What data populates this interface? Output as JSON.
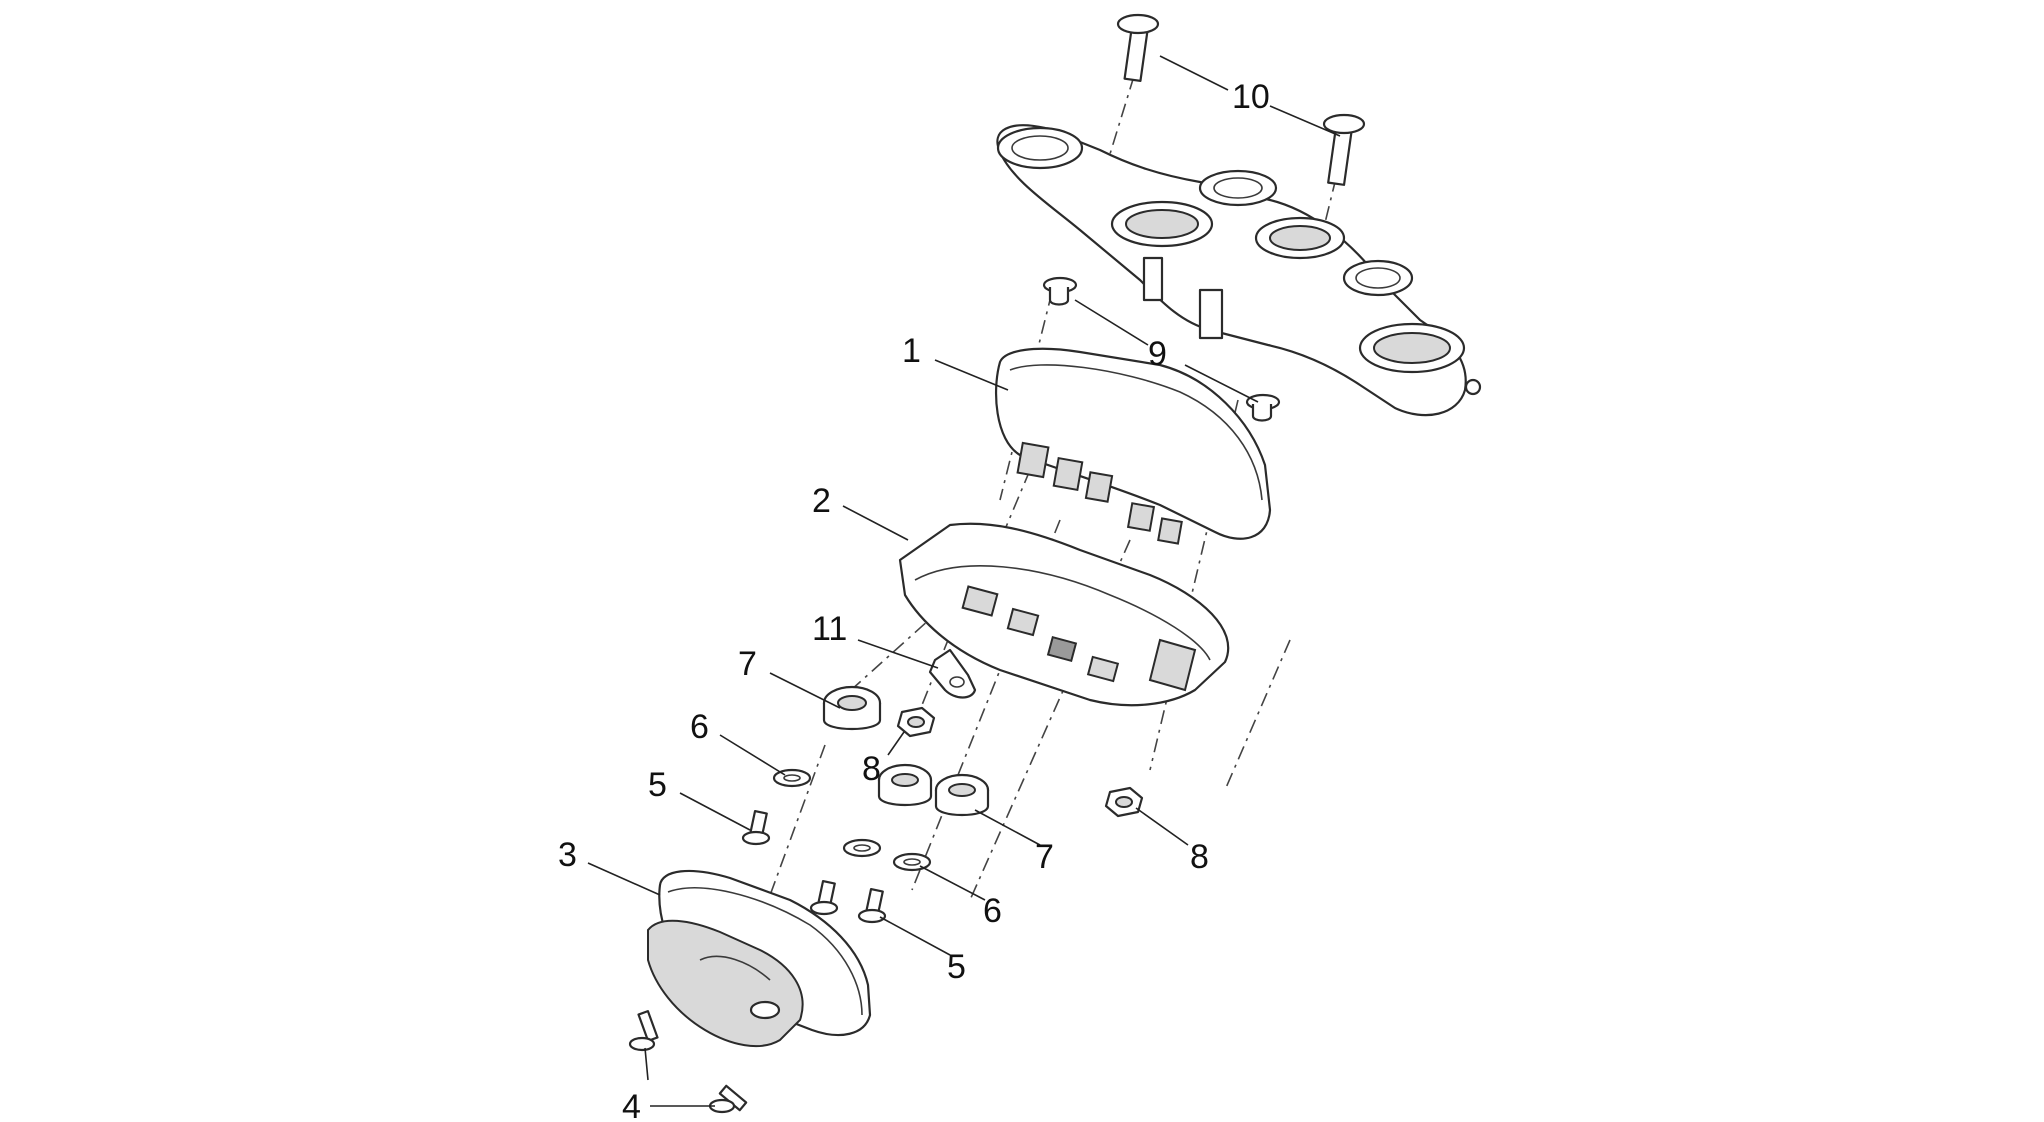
{
  "callouts": {
    "c1": "1",
    "c2": "2",
    "c3": "3",
    "c4": "4",
    "c5a": "5",
    "c5b": "5",
    "c6a": "6",
    "c6b": "6",
    "c7a": "7",
    "c7b": "7",
    "c8a": "8",
    "c8b": "8",
    "c9": "9",
    "c10": "10",
    "c11": "11"
  },
  "colors": {
    "line": "#2b2b2b",
    "shade": "#d9d9d9",
    "background": "#ffffff"
  }
}
